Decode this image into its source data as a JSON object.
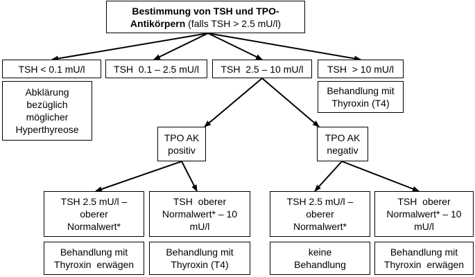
{
  "root": {
    "line1": "Bestimmung von TSH und TPO-",
    "line2_bold": "Antikörpern",
    "line2_rest": " (falls TSH > 2.5 mU/l)"
  },
  "level1": [
    "TSH < 0.1 mU/l",
    "TSH  0.1 – 2.5 mU/l",
    "TSH  2.5 – 10 mU/l",
    "TSH  > 10 mU/l"
  ],
  "hyper_box": [
    "Abklärung",
    "bezüglich",
    "möglicher",
    "Hyperthyreose"
  ],
  "gt10_box": [
    "Behandlung mit",
    "Thyroxin (T4)"
  ],
  "tpo_positive": [
    "TPO AK",
    "positiv"
  ],
  "tpo_negative": [
    "TPO AK",
    "negativ"
  ],
  "level3": [
    [
      "TSH 2.5 mU/l –",
      "oberer",
      "Normalwert*"
    ],
    [
      "TSH  oberer",
      "Normalwert* – 10",
      "mU/l"
    ],
    [
      "TSH 2.5 mU/l –",
      "oberer",
      "Normalwert*"
    ],
    [
      "TSH  oberer",
      "Normalwert* – 10",
      "mU/l"
    ]
  ],
  "level4": [
    [
      "Behandlung mit",
      "Thyroxin  erwägen"
    ],
    [
      "Behandlung mit",
      "Thyroxin (T4)"
    ],
    [
      "keine",
      "Behandlung"
    ],
    [
      "Behandlung mit",
      "Thyroxin  erwägen"
    ]
  ]
}
